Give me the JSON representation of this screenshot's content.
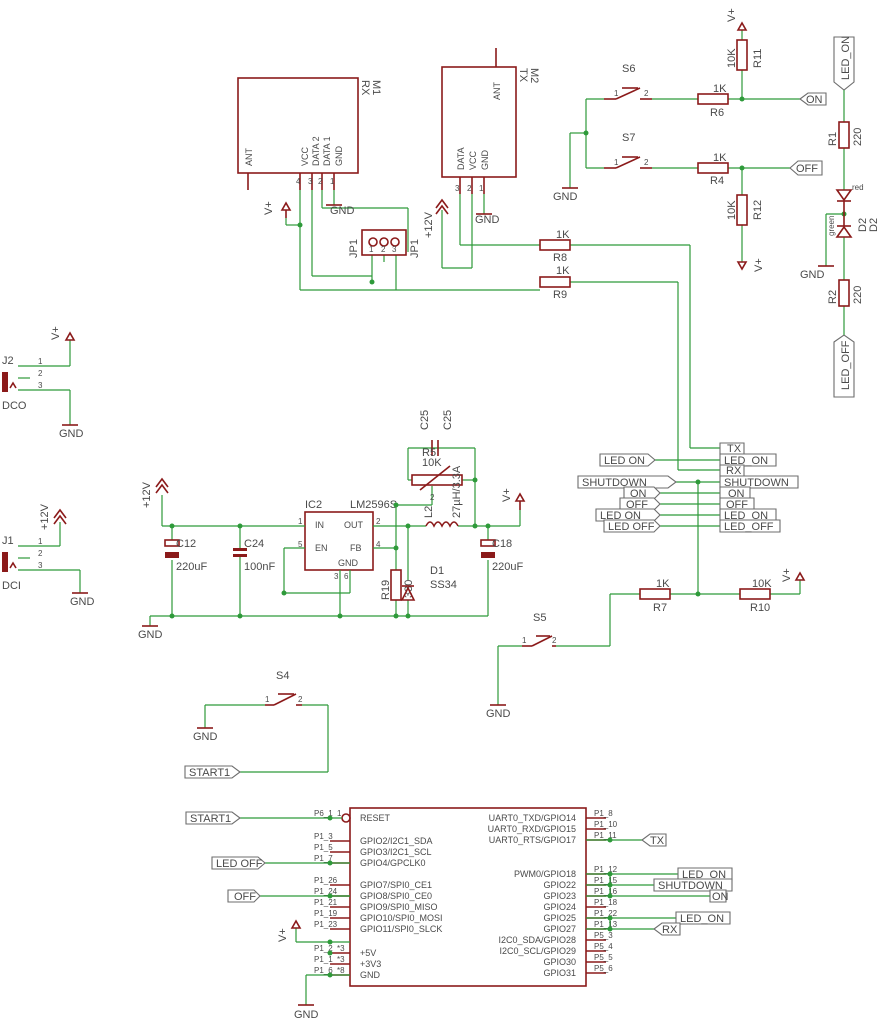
{
  "rx_module": {
    "ref": "RX",
    "name": "M1",
    "pins": [
      "ANT",
      "VCC",
      "DATA 2",
      "DATA 1",
      "GND"
    ],
    "pin_numbers": [
      "4",
      "3",
      "2",
      "1"
    ]
  },
  "tx_module": {
    "ref": "TX",
    "name": "M2",
    "pins": [
      "ANT",
      "DATA",
      "VCC",
      "GND"
    ],
    "pin_numbers": [
      "3",
      "2",
      "1"
    ]
  },
  "jumper": {
    "ref": "JP1",
    "pins": [
      "1",
      "2",
      "3"
    ]
  },
  "switches": {
    "s4": "S4",
    "s5": "S5",
    "s6": "S6",
    "s7": "S7",
    "pin1": "1",
    "pin2": "2"
  },
  "resistors": {
    "r1": {
      "ref": "R1",
      "value": "220"
    },
    "r2": {
      "ref": "R2",
      "value": "220"
    },
    "r4": {
      "ref": "R4",
      "value": "1K"
    },
    "r5": {
      "ref": "R5",
      "value": "10K"
    },
    "r6": {
      "ref": "R6",
      "value": "1K"
    },
    "r7": {
      "ref": "R7",
      "value": "1K"
    },
    "r8": {
      "ref": "R8",
      "value": "1K"
    },
    "r9": {
      "ref": "R9",
      "value": "1K"
    },
    "r10": {
      "ref": "R10",
      "value": "10K"
    },
    "r11": {
      "ref": "R11",
      "value": "10K"
    },
    "r12": {
      "ref": "R12",
      "value": "10K"
    },
    "r19": {
      "ref": "R19",
      "value": "330"
    }
  },
  "leds": {
    "ref": "D2",
    "red": "red",
    "green": "green"
  },
  "connectors": {
    "j1": "J1",
    "j1_name": "DCI",
    "j2": "J2",
    "j2_name": "DCO",
    "pins": [
      "1",
      "2",
      "3"
    ]
  },
  "power": {
    "vplus": "V+",
    "p12": "+12V",
    "gnd": "GND"
  },
  "regulator": {
    "ref": "IC2",
    "part": "LM2596S",
    "pins": [
      "IN",
      "OUT",
      "EN",
      "FB",
      "GND"
    ],
    "pin_numbers": [
      "1",
      "2",
      "5",
      "4",
      "3",
      "6"
    ],
    "c12": "C12",
    "c12_value": "220uF",
    "c24": "C24",
    "c24_value": "100nF",
    "c18": "C18",
    "c18_value": "220uF",
    "c25": "C25",
    "l2": "L2",
    "l2_value": "27µH/3.3A",
    "d1": "D1",
    "d1_value": "SS34"
  },
  "mcu": {
    "left": [
      {
        "pin": "P6_1",
        "num": "1",
        "label": "RESET"
      },
      {
        "pin": "P1_3",
        "num": "",
        "label": "GPIO2/I2C1_SDA"
      },
      {
        "pin": "P1_5",
        "num": "",
        "label": "GPIO3/I2C1_SCL"
      },
      {
        "pin": "P1_7",
        "num": "",
        "label": "GPIO4/GPCLK0"
      },
      {
        "pin": "P1_26",
        "num": "",
        "label": "GPIO7/SPI0_CE1"
      },
      {
        "pin": "P1_24",
        "num": "",
        "label": "GPIO8/SPI0_CE0"
      },
      {
        "pin": "P1_21",
        "num": "",
        "label": "GPIO9/SPI0_MISO"
      },
      {
        "pin": "P1_19",
        "num": "",
        "label": "GPIO10/SPI0_MOSI"
      },
      {
        "pin": "P1_23",
        "num": "",
        "label": "GPIO11/SPI0_SLCK"
      },
      {
        "pin": "P1_2",
        "num": "*3",
        "label": "+5V"
      },
      {
        "pin": "P1_1",
        "num": "*3",
        "label": "+3V3"
      },
      {
        "pin": "P1_6",
        "num": "*8",
        "label": "GND"
      }
    ],
    "right": [
      {
        "pin": "P1_8",
        "label": "UART0_TXD/GPIO14"
      },
      {
        "pin": "P1_10",
        "label": "UART0_RXD/GPIO15"
      },
      {
        "pin": "P1_11",
        "label": "UART0_RTS/GPIO17"
      },
      {
        "pin": "P1_12",
        "label": "PWM0/GPIO18"
      },
      {
        "pin": "P1_15",
        "label": "GPIO22"
      },
      {
        "pin": "P1_16",
        "label": "GPIO23"
      },
      {
        "pin": "P1_18",
        "label": "GPIO24"
      },
      {
        "pin": "P1_22",
        "label": "GPIO25"
      },
      {
        "pin": "P1_13",
        "label": "GPIO27"
      },
      {
        "pin": "P5_3",
        "label": "I2C0_SDA/GPIO28"
      },
      {
        "pin": "P5_4",
        "label": "I2C0_SCL/GPIO29"
      },
      {
        "pin": "P5_5",
        "label": "GPIO30"
      },
      {
        "pin": "P5_6",
        "label": "GPIO31"
      }
    ]
  },
  "nets": {
    "led_on": "LED_ON",
    "led_off": "LED_OFF",
    "on": "ON",
    "off": "OFF",
    "tx": "TX",
    "rx": "RX",
    "shutdown": "SHUTDOWN",
    "start1": "START1"
  },
  "net_labels": {
    "led_on_top": "LED_ON",
    "led_off_right": "LED_OFF",
    "on_top": "ON",
    "off_top": "OFF",
    "bus_tx": "TX",
    "bus_led_on_a": "LED_ON",
    "bus_rx": "RX",
    "bus_shutdown": "SHUTDOWN",
    "bus_on": "ON",
    "bus_off": "OFF",
    "bus_led_on_b": "LED_ON",
    "bus_led_off": "LED_OFF",
    "bus_left_led_on": "LED ON",
    "bus_left_shutdown": "SHUTDOWN",
    "bus_left_on": "ON",
    "bus_left_off": "OFF",
    "bus_left_led_on2": "LED ON",
    "bus_left_led_off": "LED OFF",
    "start1_s4": "START1",
    "start1_mcu": "START1",
    "led_off_mcu": "LED OFF",
    "off_mcu": "OFF",
    "tx_mcu": "TX",
    "led_on_mcu": "LED_ON",
    "shutdown_mcu": "SHUTDOWN",
    "on_mcu": "ON",
    "led_on_mcu2": "LED_ON",
    "rx_mcu": "RX"
  }
}
